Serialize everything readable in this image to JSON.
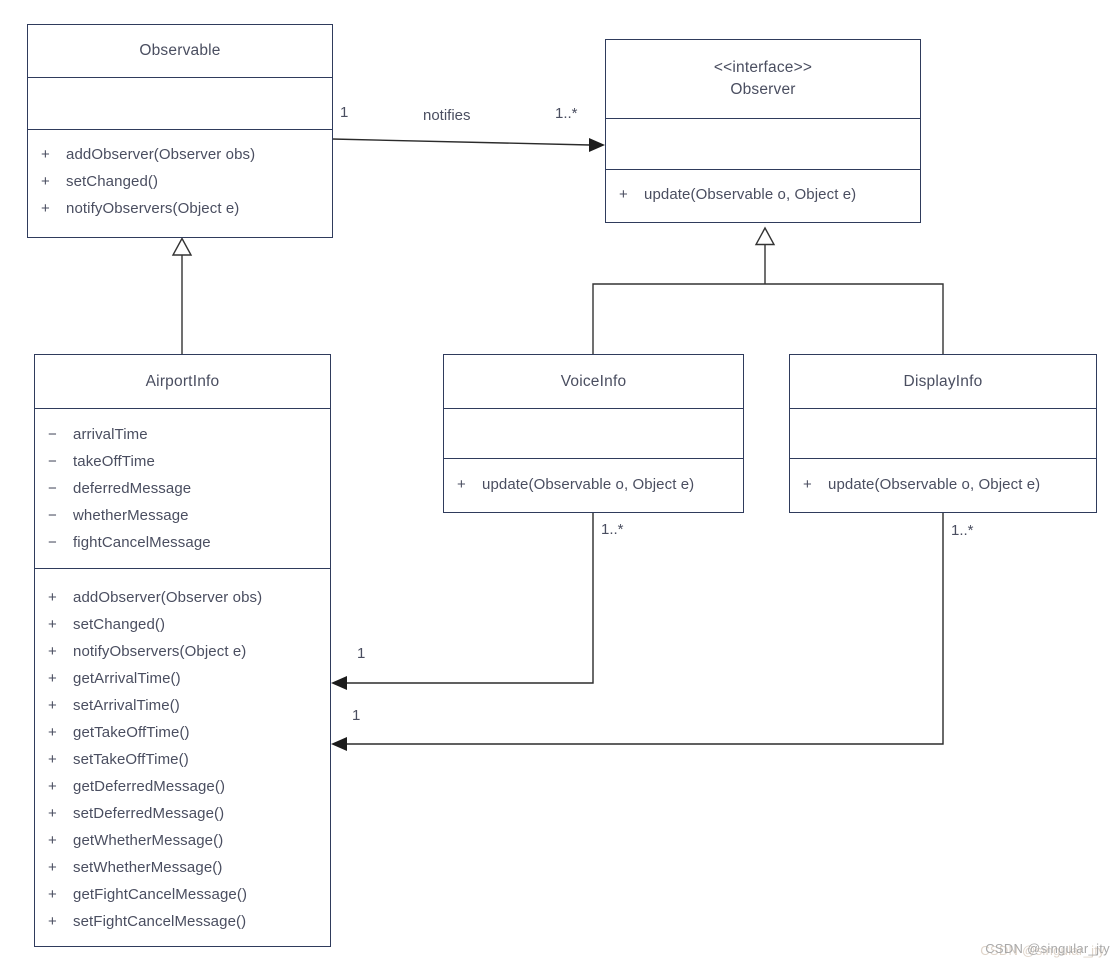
{
  "diagram_title": "Observer pattern UML class diagram (airport flight info)",
  "colors": {
    "box_border": "#2f3b5c",
    "text": "#4a4e60",
    "connector": "#2b2b2b",
    "watermark": "#a9a9a9"
  },
  "classes": {
    "observable": {
      "name": "Observable",
      "attributes": [],
      "methods": [
        {
          "v": "+",
          "t": "addObserver(Observer obs)"
        },
        {
          "v": "+",
          "t": "setChanged()"
        },
        {
          "v": "+",
          "t": "notifyObservers(Object e)"
        }
      ]
    },
    "observer": {
      "stereotype": "<<interface>>",
      "name": "Observer",
      "attributes": [],
      "methods": [
        {
          "v": "+",
          "t": "update(Observable o, Object e)"
        }
      ]
    },
    "airportinfo": {
      "name": "AirportInfo",
      "attributes": [
        {
          "v": "−",
          "t": "arrivalTime"
        },
        {
          "v": "−",
          "t": "takeOffTime"
        },
        {
          "v": "−",
          "t": "deferredMessage"
        },
        {
          "v": "−",
          "t": "whetherMessage"
        },
        {
          "v": "−",
          "t": "fightCancelMessage"
        }
      ],
      "methods": [
        {
          "v": "+",
          "t": "addObserver(Observer obs)"
        },
        {
          "v": "+",
          "t": "setChanged()"
        },
        {
          "v": "+",
          "t": "notifyObservers(Object e)"
        },
        {
          "v": "+",
          "t": "getArrivalTime()"
        },
        {
          "v": "+",
          "t": "setArrivalTime()"
        },
        {
          "v": "+",
          "t": "getTakeOffTime()"
        },
        {
          "v": "+",
          "t": "setTakeOffTime()"
        },
        {
          "v": "+",
          "t": "getDeferredMessage()"
        },
        {
          "v": "+",
          "t": "setDeferredMessage()"
        },
        {
          "v": "+",
          "t": "getWhetherMessage()"
        },
        {
          "v": "+",
          "t": "setWhetherMessage()"
        },
        {
          "v": "+",
          "t": "getFightCancelMessage()"
        },
        {
          "v": "+",
          "t": "setFightCancelMessage()"
        }
      ]
    },
    "voiceinfo": {
      "name": "VoiceInfo",
      "attributes": [],
      "methods": [
        {
          "v": "+",
          "t": "update(Observable o, Object e)"
        }
      ]
    },
    "displayinfo": {
      "name": "DisplayInfo",
      "attributes": [],
      "methods": [
        {
          "v": "+",
          "t": "update(Observable o, Object e)"
        }
      ]
    }
  },
  "associations": {
    "notifies": {
      "label": "notifies",
      "observable_mult": "1",
      "observer_mult": "1..*"
    },
    "voice_airport": {
      "voice_mult": "1..*",
      "airport_mult": "1"
    },
    "display_airport": {
      "display_mult": "1..*",
      "airport_mult": "1"
    }
  },
  "watermark": "CSDN @singular_jty"
}
